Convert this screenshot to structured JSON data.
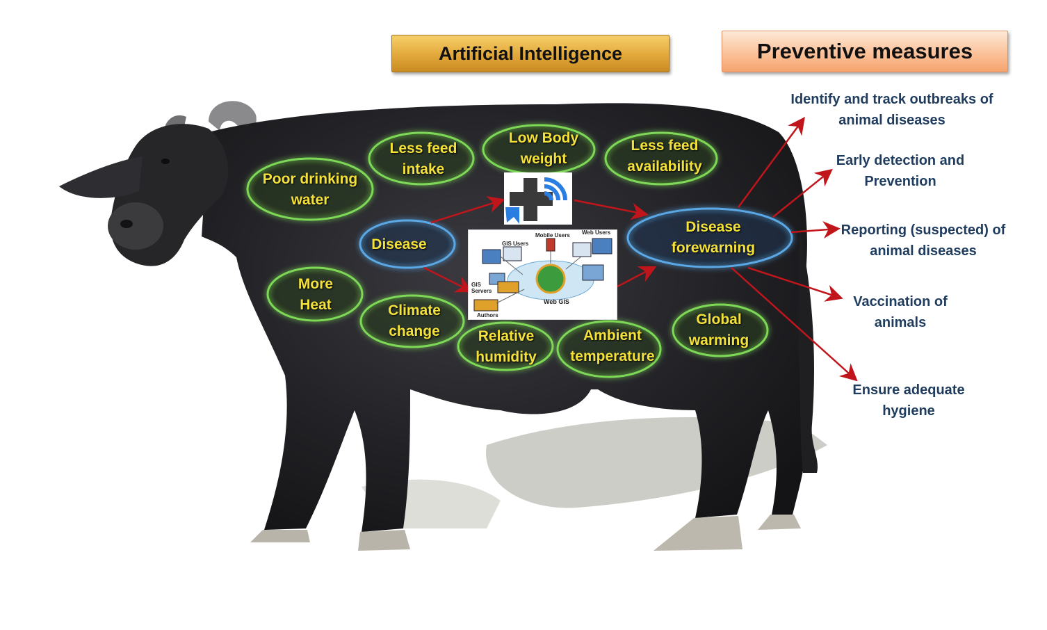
{
  "headers": {
    "ai": "Artificial Intelligence",
    "preventive": "Preventive measures"
  },
  "factors": {
    "poor_water": "Poor drinking water",
    "less_feed_intake": "Less feed intake",
    "low_body_weight": "Low Body weight",
    "less_feed_availability": "Less feed availability",
    "disease": "Disease",
    "more_heat": "More Heat",
    "climate_change": "Climate change",
    "relative_humidity": "Relative humidity",
    "ambient_temperature": "Ambient temperature",
    "global_warming": "Global warming",
    "forewarning": "Disease forewarning"
  },
  "web_gis": {
    "mobile_users": "Mobile Users",
    "web_users": "Web Users",
    "gis_users": "GIS Users",
    "gis_servers": "GIS Servers",
    "web_gis": "Web GIS",
    "authors": "Authors"
  },
  "measures": {
    "identify": "Identify and track outbreaks of animal diseases",
    "early": "Early detection and Prevention",
    "reporting": "Reporting (suspected) of animal diseases",
    "vaccination": "Vaccination of animals",
    "hygiene": "Ensure adequate hygiene"
  },
  "colors": {
    "oval_text": "#f4e13a",
    "measure_text": "#1f3c5e",
    "arrow": "#c0161b",
    "green_glow": "#7ed957",
    "blue_glow": "#5aa9e6"
  }
}
